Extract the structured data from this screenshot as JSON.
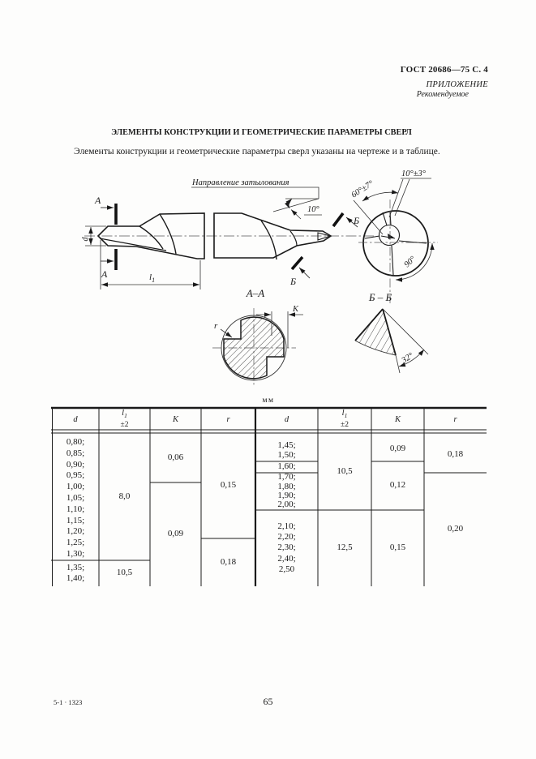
{
  "header": {
    "gost": "ГОСТ 20686—75 С. 4",
    "appendix": "ПРИЛОЖЕНИЕ",
    "note": "Рекомендуемое"
  },
  "title": "ЭЛЕМЕНТЫ КОНСТРУКЦИИ И ГЕОМЕТРИЧЕСКИЕ ПАРАМЕТРЫ СВЕРЛ",
  "intro": "Элементы конструкции и геометрические параметры сверл указаны на чертеже и в таблице.",
  "drawing": {
    "relief_direction_label": "Направление затылования",
    "relief_angle": "10°",
    "point_angle": "60°±7°",
    "chisel_angle": "10°±3°",
    "quadrant_angle": "90°",
    "helix_angle": "32°",
    "section_a_label": "А",
    "section_b_label": "Б",
    "section_aa_title": "А–А",
    "section_bb_title": "Б – Б",
    "diameter_label": "d",
    "length_label": "l",
    "length_sub": "1",
    "margin_label": "К",
    "radius_label": "r"
  },
  "table": {
    "units_label": "мм",
    "headers": {
      "d": "d",
      "l": "l",
      "l_sub": "1",
      "tol": "±2",
      "k": "К",
      "r": "r"
    },
    "left": {
      "d_group1": [
        "0,80;",
        "0,85;",
        "0,90;",
        "0,95;",
        "1,00;",
        "1,05;",
        "1,10;",
        "1,15;",
        "1,20;",
        "1,25;",
        "1,30;"
      ],
      "d_group2": [
        "1,35;",
        "1,40;"
      ],
      "l1_values": [
        "8,0",
        "10,5"
      ],
      "k_values": [
        "0,06",
        "0,09"
      ],
      "r_values": [
        "0,15",
        "0,18"
      ]
    },
    "right": {
      "d_group1": [
        "1,45;",
        "1,50;"
      ],
      "d_group2": [
        "1,60;"
      ],
      "d_group3": [
        "1,70;",
        "1,80;",
        "1,90;",
        "2,00;"
      ],
      "d_group4": [
        "2,10;",
        "2,20;",
        "2,30;",
        "2,40;",
        "2,50"
      ],
      "l1_values": [
        "10,5",
        "12,5"
      ],
      "k_values": [
        "0,09",
        "0,12",
        "0,15"
      ],
      "r_values": [
        "0,18",
        "0,20"
      ]
    }
  },
  "footer": {
    "imprint": "5-1 · 1323",
    "page_number": "65"
  }
}
